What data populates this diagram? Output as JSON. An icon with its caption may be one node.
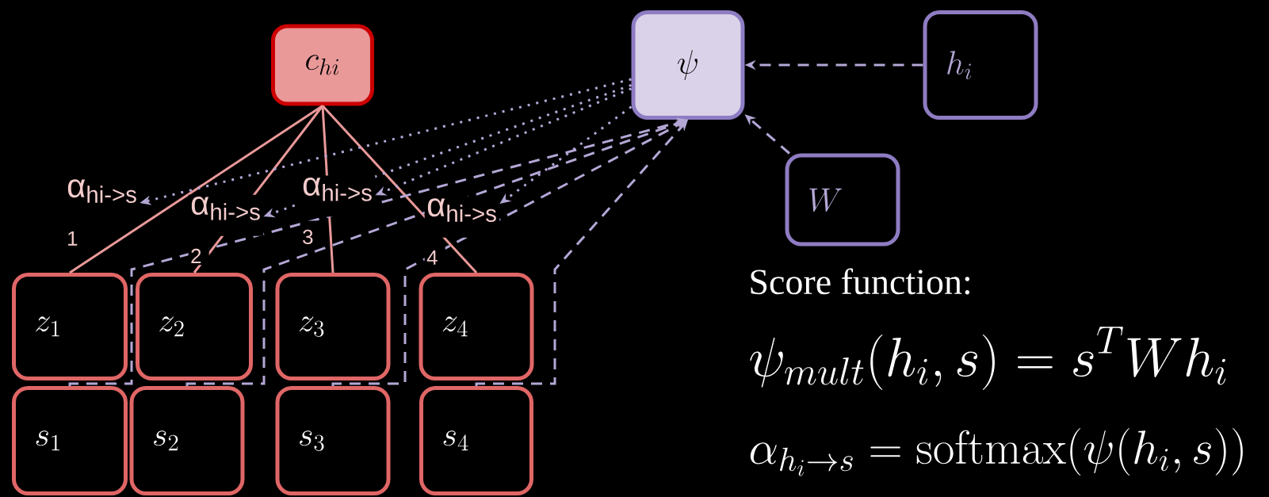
{
  "diagram": {
    "nodes": [
      {
        "text": [
          "c_{hi}"
        ]
      },
      {
        "text": [
          "\\psi"
        ]
      },
      {
        "text": [
          "h_i"
        ]
      },
      {
        "text": [
          "W"
        ]
      },
      {
        "text": [
          "α$_{hi->s}$",
          "1"
        ]
      },
      {
        "text": [
          "α$_{hi->s}$",
          "2"
        ]
      },
      {
        "text": [
          "α$_{hi->s}$",
          "3"
        ]
      },
      {
        "text": [
          "α$_{hi->s}$",
          "4"
        ]
      },
      {
        "text": [
          "z_1"
        ]
      },
      {
        "text": [
          "z_2"
        ]
      },
      {
        "text": [
          "z_3"
        ]
      },
      {
        "text": [
          "z_4"
        ]
      },
      {
        "text": [
          "s_1"
        ]
      },
      {
        "text": [
          "s_2"
        ]
      },
      {
        "text": [
          "s_3"
        ]
      },
      {
        "text": [
          "s_4"
        ]
      }
    ],
    "edges": [
      {
        "from": 0,
        "to": 8,
        "arrow": "none",
        "color": "#ea9999"
      },
      {
        "from": 0,
        "to": 9,
        "arrow": "none",
        "color": "#ea9999"
      },
      {
        "from": 0,
        "to": 10,
        "arrow": "none",
        "color": "#ea9999"
      },
      {
        "from": 0,
        "to": 11,
        "arrow": "none",
        "color": "#ea9999"
      },
      {
        "from": 12,
        "to": 1,
        "arrow": "to",
        "style": "dashed"
      },
      {
        "from": 13,
        "to": 1,
        "arrow": "to",
        "style": "dashed"
      },
      {
        "from": 14,
        "to": 1,
        "arrow": "to",
        "style": "dashed"
      },
      {
        "from": 15,
        "to": 1,
        "arrow": "to",
        "style": "dashed"
      },
      {
        "from": 2,
        "to": 1,
        "arrow": "to",
        "style": "dashed"
      },
      {
        "from": 3,
        "to": 1,
        "arrow": "to",
        "style": "dashed"
      },
      {
        "from": 1,
        "to": 4,
        "arrow": "to",
        "style": "dashed"
      },
      {
        "from": 1,
        "to": 5,
        "arrow": "to",
        "style": "dashed"
      },
      {
        "from": 1,
        "to": 6,
        "arrow": "to",
        "style": "dashed"
      },
      {
        "from": 1,
        "to": 7,
        "arrow": "to",
        "style": "dashed"
      }
    ],
    "labels": [
      "Score function:",
      "\\psi_{mult}(h_i, s) = s^T W h_i",
      "\\alpha_{h_i \\to s} = \\mathrm{softmax}(\\psi(h_i, s))"
    ]
  }
}
